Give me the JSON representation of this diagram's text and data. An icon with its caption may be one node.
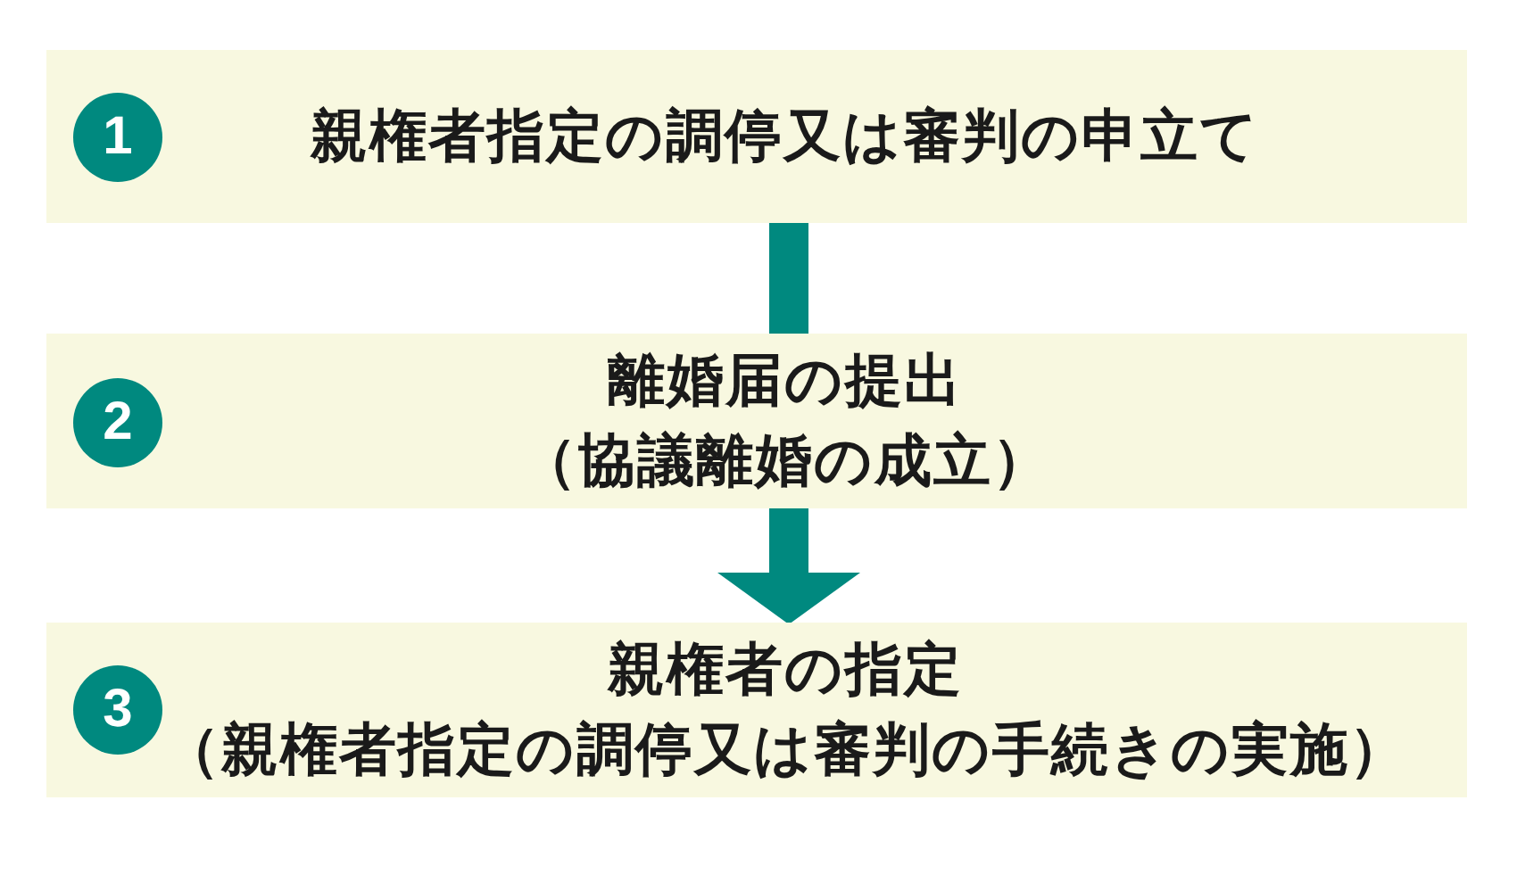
{
  "diagram": {
    "nodes": [
      {
        "text": [
          "親権者指定の調停又は審判の申立て"
        ]
      },
      {
        "text": [
          "1"
        ],
        "in": 0
      },
      {
        "text": [
          "離婚届の提出",
          "（協議離婚の成立）"
        ]
      },
      {
        "text": [
          "2"
        ],
        "in": 2
      },
      {
        "text": [
          "親権者の指定",
          "（親権者指定の調停又は審判の手続きの実施）"
        ]
      },
      {
        "text": [
          "3"
        ],
        "in": 4
      }
    ],
    "edges": [
      {
        "from": 0,
        "to": 2,
        "arrow": "none"
      },
      {
        "from": 2,
        "to": 4,
        "arrow": "to"
      }
    ]
  }
}
